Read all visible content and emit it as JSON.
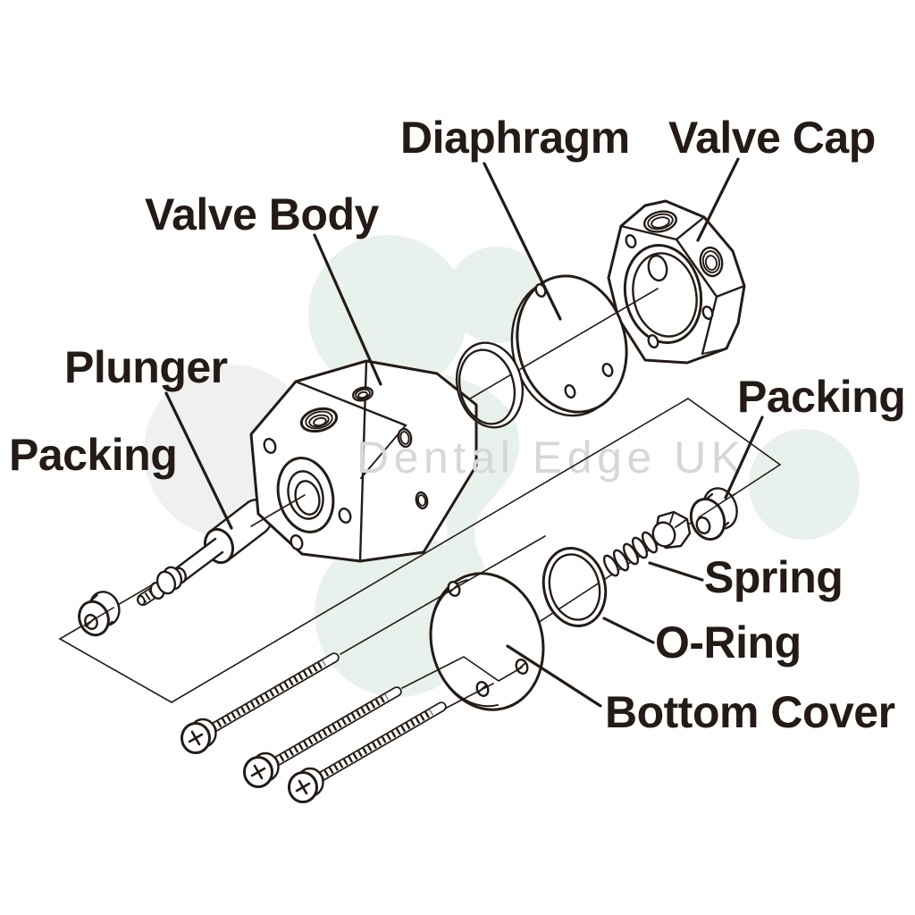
{
  "watermark": {
    "text": "Dental Edge UK"
  },
  "labels": [
    {
      "id": "diaphragm",
      "text": "Diaphragm"
    },
    {
      "id": "valve-cap",
      "text": "Valve Cap"
    },
    {
      "id": "valve-body",
      "text": "Valve Body"
    },
    {
      "id": "plunger",
      "text": "Plunger"
    },
    {
      "id": "packing-left",
      "text": "Packing"
    },
    {
      "id": "packing-right",
      "text": "Packing"
    },
    {
      "id": "spring",
      "text": "Spring"
    },
    {
      "id": "o-ring",
      "text": "O-Ring"
    },
    {
      "id": "bottom-cover",
      "text": "Bottom Cover"
    }
  ],
  "colors": {
    "ink": "#241b17",
    "watermark_text": "#d7d7d7",
    "blob_green": "#e9f1ec",
    "blob_gray": "#f0f0f0",
    "background": "#ffffff"
  }
}
